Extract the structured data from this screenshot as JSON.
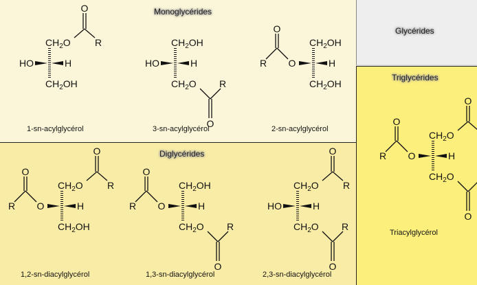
{
  "sections": {
    "glycerides": "Glycérides",
    "monoglycerides": "Monoglycérides",
    "diglycerides": "Diglycérides",
    "triglycerides": "Triglycérides"
  },
  "captions": {
    "mono_1": "1-sn-acylglycérol",
    "mono_3": "3-sn-acylglycérol",
    "mono_2": "2-sn-acylglycérol",
    "di_12": "1,2-sn-diacylglycérol",
    "di_13": "1,3-sn-diacylglycérol",
    "di_23": "2,3-sn-diacylglycérol",
    "tri": "Triacylglycérol"
  },
  "atoms": {
    "ch": "CH",
    "sub2": "2",
    "o": "O",
    "oh": "OH",
    "ho": "HO",
    "h": "H",
    "r": "R"
  },
  "structures": [
    {
      "name": "1-sn-acylglycerol",
      "top": "ester",
      "left": "oh",
      "bottom": "oh"
    },
    {
      "name": "3-sn-acylglycerol",
      "top": "oh",
      "left": "oh",
      "bottom": "ester"
    },
    {
      "name": "2-sn-acylglycerol",
      "top": "oh",
      "left": "ester",
      "bottom": "oh"
    },
    {
      "name": "1-2-sn-diacylglycerol",
      "top": "ester",
      "left": "ester",
      "bottom": "oh"
    },
    {
      "name": "1-3-sn-diacylglycerol",
      "top": "oh",
      "left": "ester",
      "bottom": "ester"
    },
    {
      "name": "2-3-sn-diacylglycerol",
      "top": "ester",
      "left": "oh",
      "bottom": "ester"
    },
    {
      "name": "triacylglycerol",
      "top": "ester",
      "left": "ester",
      "bottom": "ester"
    }
  ]
}
